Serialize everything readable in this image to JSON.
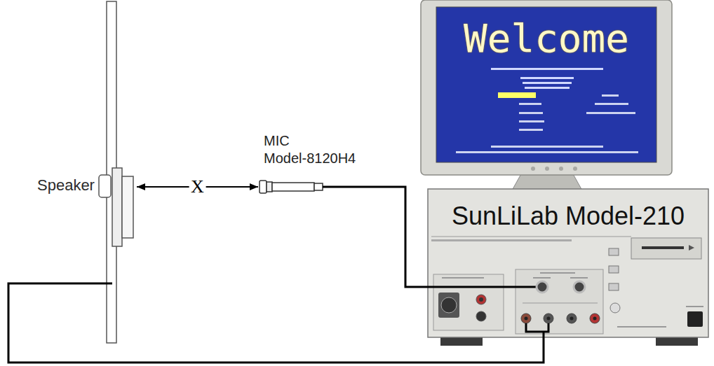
{
  "diagram": {
    "nodes": [
      {
        "text": [
          "Speaker"
        ]
      },
      {
        "text": [
          "MIC",
          "Model-8120H4"
        ]
      },
      {
        "text": [
          "Welcome"
        ]
      },
      {
        "text": [
          "SunLiLab Model-210"
        ]
      }
    ],
    "edges": [
      {
        "from": 0,
        "to": 1,
        "arrow": "both",
        "label": "X"
      },
      {
        "from": 1,
        "to": 3,
        "arrow": "none"
      },
      {
        "from": 0,
        "to": 3,
        "arrow": "none"
      }
    ]
  }
}
